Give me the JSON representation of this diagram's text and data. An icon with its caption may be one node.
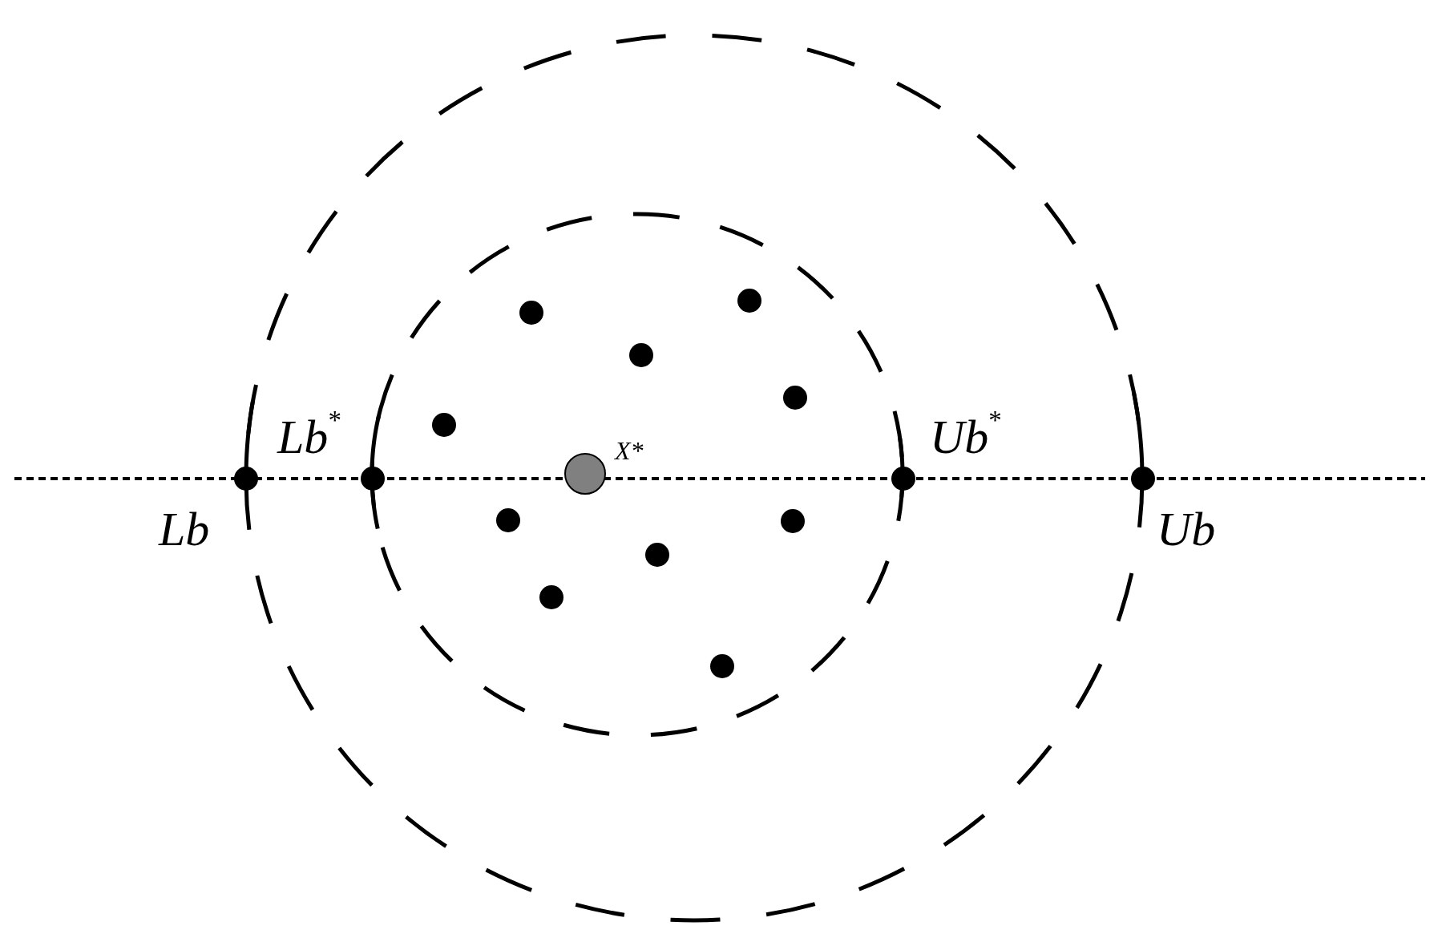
{
  "diagram": {
    "labels": [
      "Lb$^{*}$",
      "X*",
      "Ub$^{*}$",
      "Lb",
      "Ub"
    ]
  }
}
